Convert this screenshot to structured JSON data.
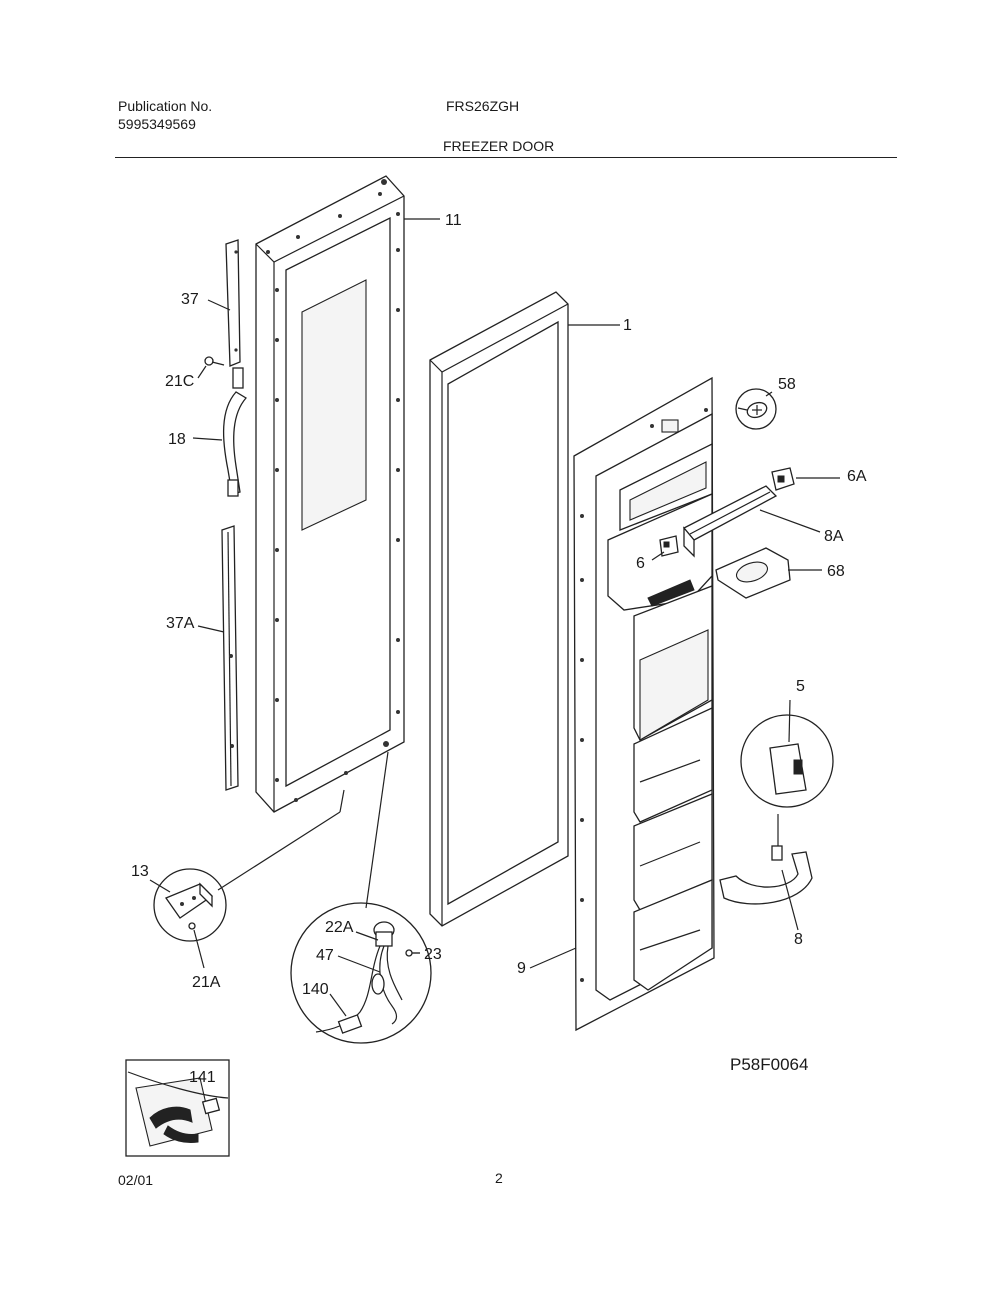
{
  "header": {
    "publication_label": "Publication No.",
    "publication_number": "5995349569",
    "model": "FRS26ZGH",
    "section_title": "FREEZER DOOR"
  },
  "callouts": {
    "c11": "11",
    "c1": "1",
    "c37": "37",
    "c21C": "21C",
    "c18": "18",
    "c37A": "37A",
    "c58": "58",
    "c6A": "6A",
    "c8A": "8A",
    "c6": "6",
    "c68": "68",
    "c5": "5",
    "c8": "8",
    "c9": "9",
    "c13": "13",
    "c21A": "21A",
    "c22A": "22A",
    "c47": "47",
    "c23": "23",
    "c140": "140",
    "c141": "141"
  },
  "drawing_code": "P58F0064",
  "footer": {
    "date": "02/01",
    "page": "2"
  }
}
